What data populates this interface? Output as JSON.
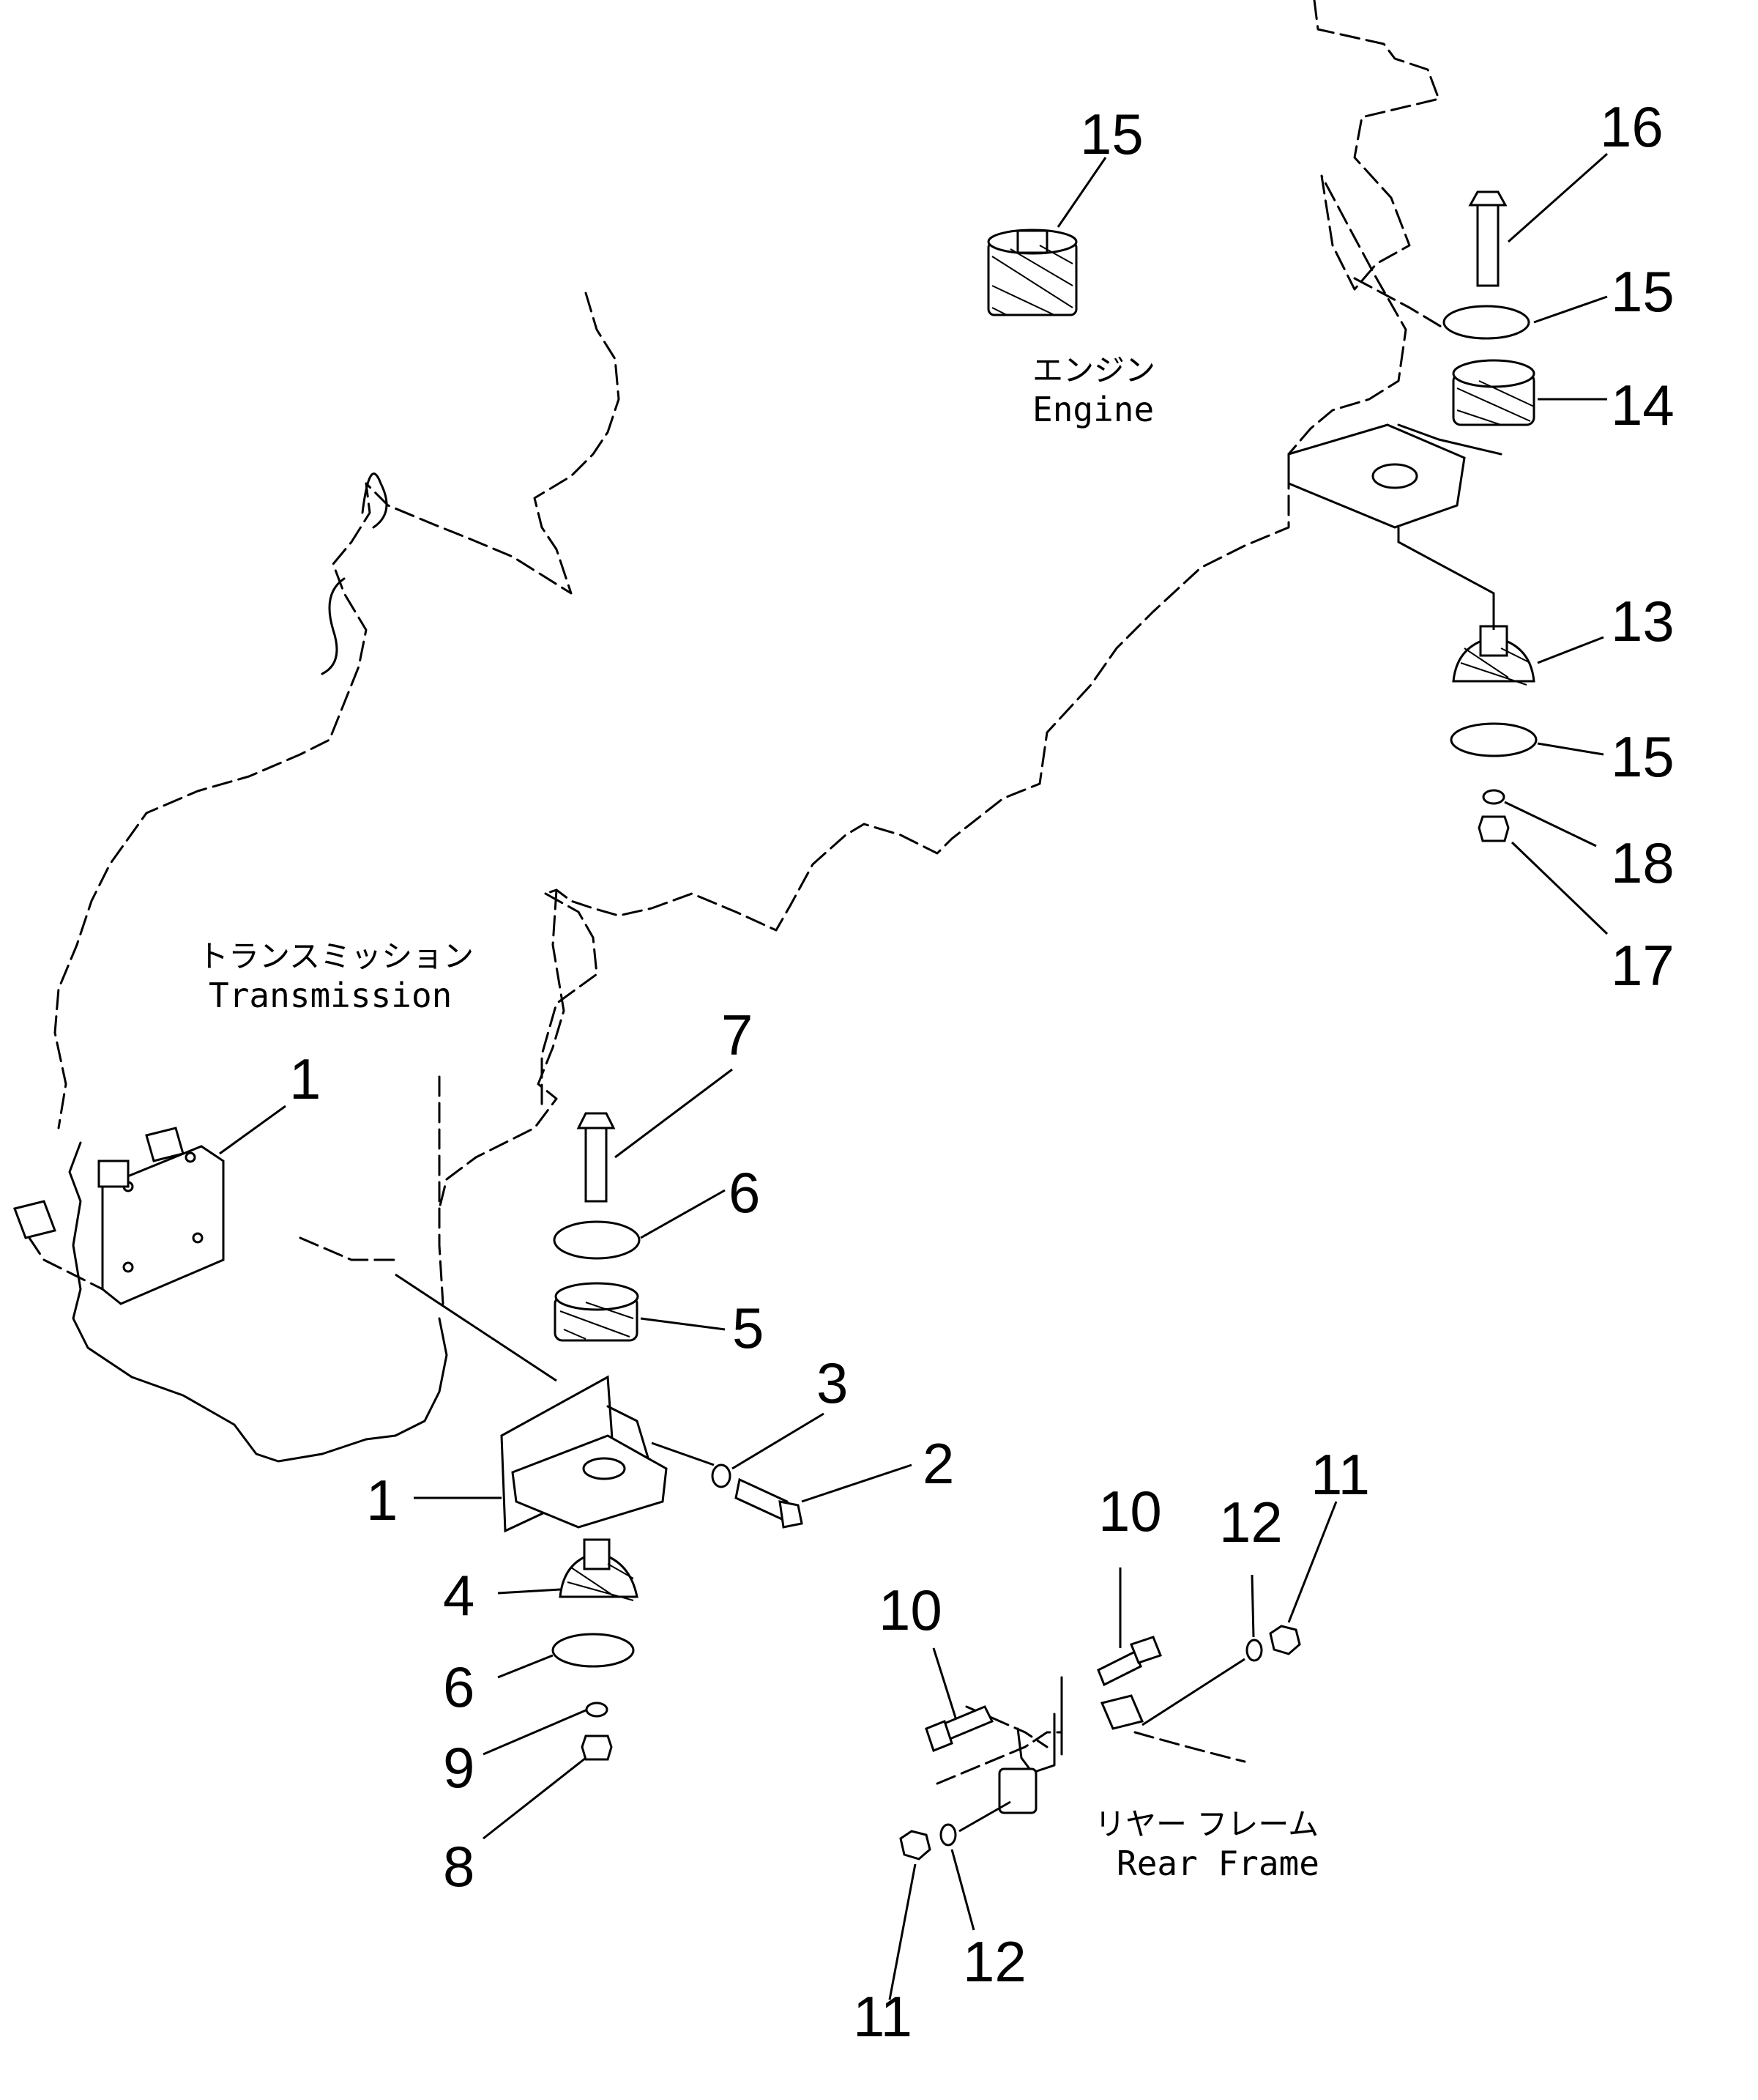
{
  "labels": {
    "engine_jp": "エンジン",
    "engine_en": "Engine",
    "transmission_jp": "トランスミッション",
    "transmission_en": "Transmission",
    "rear_frame_jp": "リヤー フレーム",
    "rear_frame_en": "Rear Frame"
  },
  "callouts": [
    {
      "id": "c15a",
      "text": "15"
    },
    {
      "id": "c16",
      "text": "16"
    },
    {
      "id": "c15b",
      "text": "15"
    },
    {
      "id": "c14",
      "text": "14"
    },
    {
      "id": "c13",
      "text": "13"
    },
    {
      "id": "c15c",
      "text": "15"
    },
    {
      "id": "c18",
      "text": "18"
    },
    {
      "id": "c17",
      "text": "17"
    },
    {
      "id": "c1a",
      "text": "1"
    },
    {
      "id": "c7",
      "text": "7"
    },
    {
      "id": "c6a",
      "text": "6"
    },
    {
      "id": "c5",
      "text": "5"
    },
    {
      "id": "c3",
      "text": "3"
    },
    {
      "id": "c2",
      "text": "2"
    },
    {
      "id": "c1b",
      "text": "1"
    },
    {
      "id": "c4",
      "text": "4"
    },
    {
      "id": "c6b",
      "text": "6"
    },
    {
      "id": "c9",
      "text": "9"
    },
    {
      "id": "c8",
      "text": "8"
    },
    {
      "id": "c10a",
      "text": "10"
    },
    {
      "id": "c10b",
      "text": "10"
    },
    {
      "id": "c12a",
      "text": "12"
    },
    {
      "id": "c11a",
      "text": "11"
    },
    {
      "id": "c11b",
      "text": "11"
    },
    {
      "id": "c12b",
      "text": "12"
    }
  ]
}
